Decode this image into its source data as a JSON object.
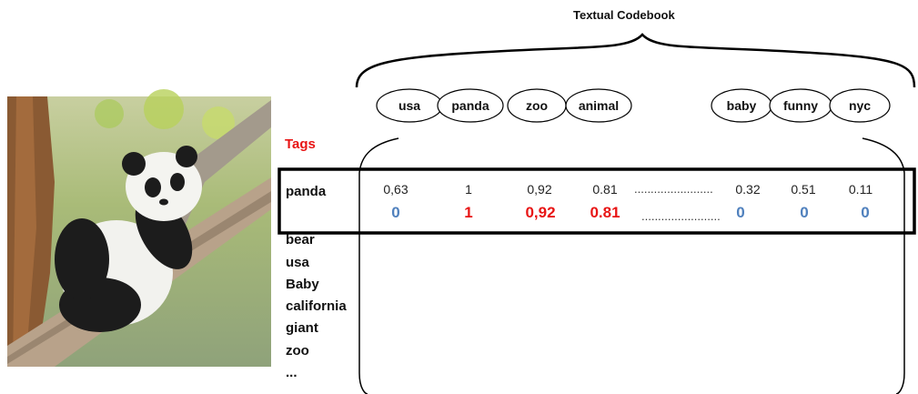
{
  "title": "Textual Codebook",
  "codebook_words": [
    "usa",
    "panda",
    "zoo",
    "animal",
    "baby",
    "funny",
    "nyc"
  ],
  "tags_label": "Tags",
  "tags": [
    "panda",
    "bear",
    "usa",
    "Baby",
    "california",
    "giant",
    "zoo",
    "..."
  ],
  "row_values": {
    "scores": [
      "0,63",
      "1",
      "0,92",
      "0.81",
      "0.32",
      "0.51",
      "0.11"
    ],
    "binary": [
      "0",
      "1",
      "0,92",
      "0.81",
      "0",
      "0",
      "0"
    ],
    "dots_top": "........................",
    "dots_bottom": "........................"
  },
  "colors": {
    "red": "#e81515",
    "blue": "#4f80bd"
  }
}
